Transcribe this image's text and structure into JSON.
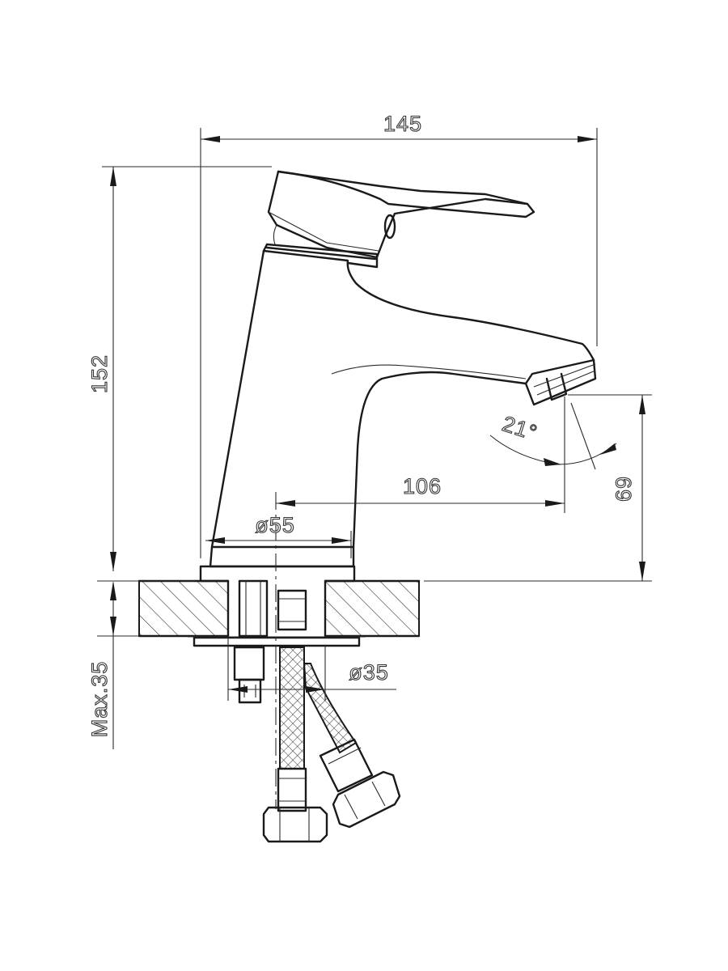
{
  "dimensions": {
    "overall_width": "145",
    "overall_height": "152",
    "spout_reach": "106",
    "spout_height": "69",
    "base_diameter": "ø55",
    "mount_hole_diameter": "ø35",
    "max_counter_thickness": "Max.35",
    "aerator_angle": "21°"
  }
}
